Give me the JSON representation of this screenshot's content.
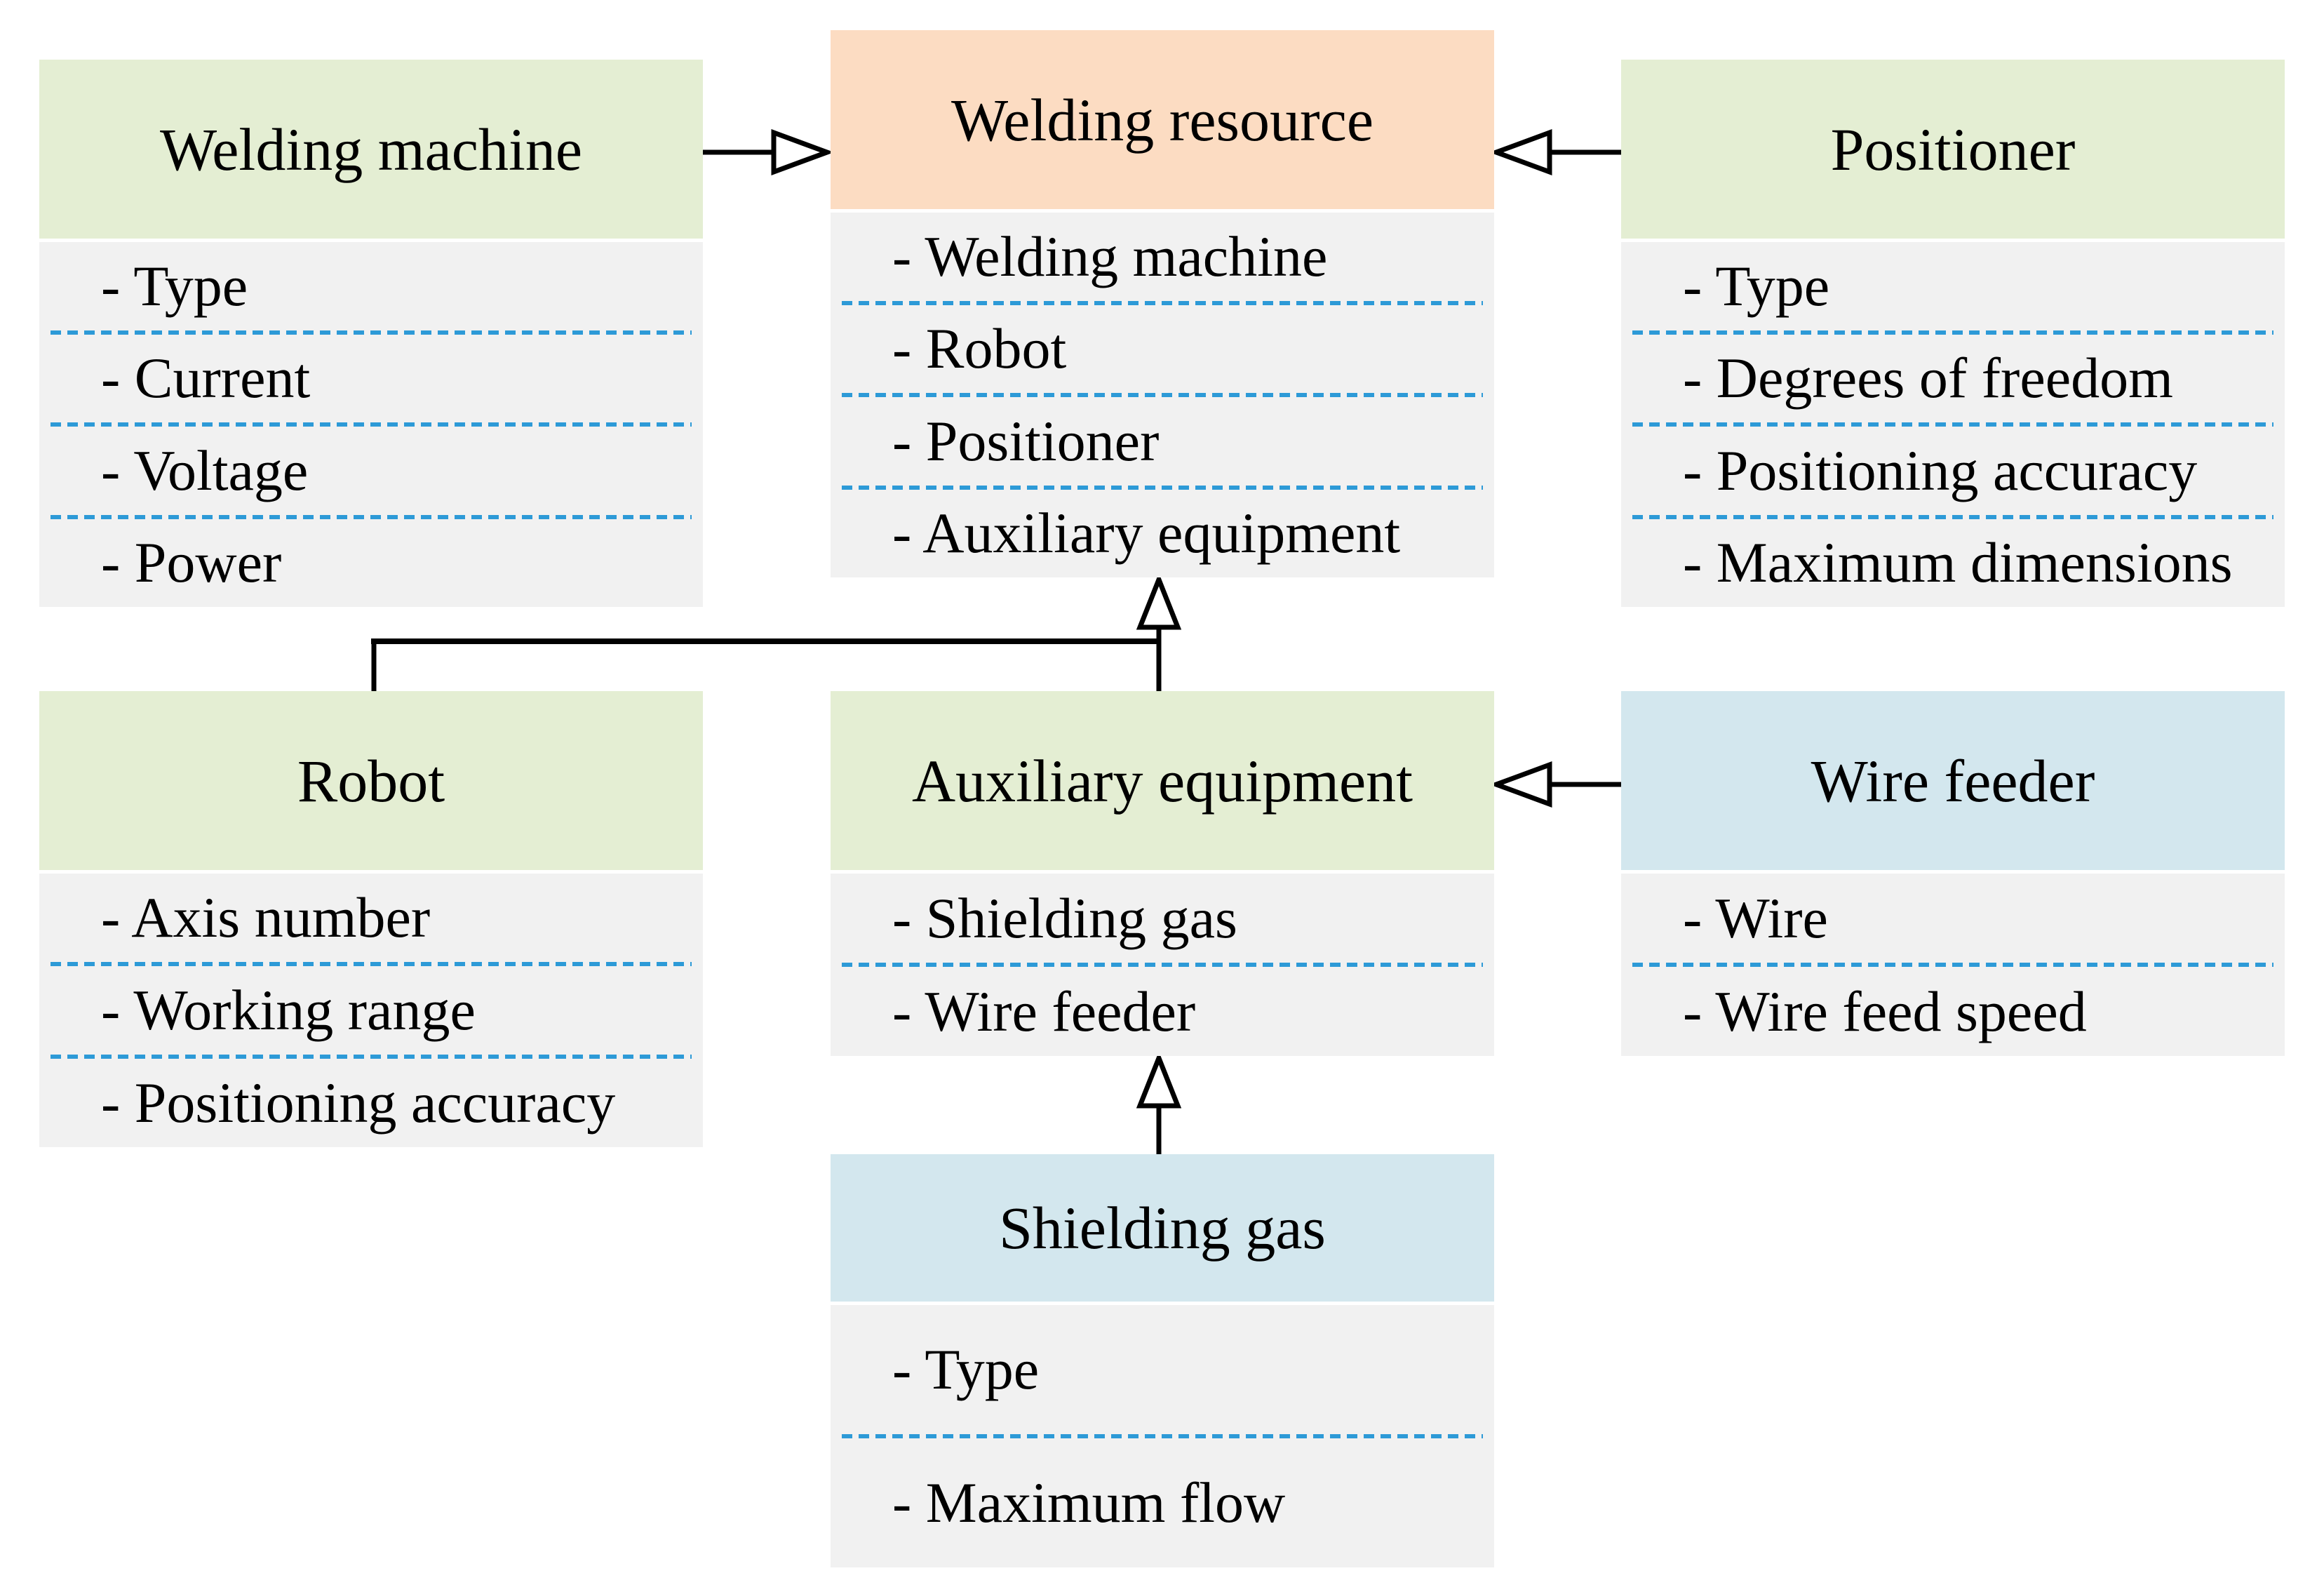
{
  "diagram": {
    "boxes": {
      "welding_resource": {
        "title": "Welding resource",
        "attributes": [
          "- Welding machine",
          "- Robot",
          "- Positioner",
          "- Auxiliary equipment"
        ]
      },
      "welding_machine": {
        "title": "Welding machine",
        "attributes": [
          "- Type",
          "- Current",
          "- Voltage",
          "- Power"
        ]
      },
      "positioner": {
        "title": "Positioner",
        "attributes": [
          "- Type",
          "- Degrees of freedom",
          "- Positioning accuracy",
          "- Maximum dimensions"
        ]
      },
      "robot": {
        "title": "Robot",
        "attributes": [
          "- Axis number",
          "- Working range",
          "- Positioning accuracy"
        ]
      },
      "auxiliary_equipment": {
        "title": "Auxiliary equipment",
        "attributes": [
          "- Shielding gas",
          "- Wire feeder"
        ]
      },
      "wire_feeder": {
        "title": "Wire feeder",
        "attributes": [
          "- Wire",
          "- Wire feed speed"
        ]
      },
      "shielding_gas": {
        "title": "Shielding gas",
        "attributes": [
          "- Type",
          "- Maximum flow"
        ]
      }
    },
    "relations": [
      {
        "from": "Welding machine",
        "to": "Welding resource"
      },
      {
        "from": "Positioner",
        "to": "Welding resource"
      },
      {
        "from": "Robot",
        "to": "Welding resource"
      },
      {
        "from": "Auxiliary equipment",
        "to": "Welding resource"
      },
      {
        "from": "Wire feeder",
        "to": "Auxiliary equipment"
      },
      {
        "from": "Shielding gas",
        "to": "Auxiliary equipment"
      }
    ],
    "colors": {
      "header_green": "#e4eed3",
      "header_orange": "#fcdcc2",
      "header_blue": "#d3e7ee",
      "body_gray": "#f1f1f1",
      "separator_blue": "#2d9ad7",
      "line_black": "#000000",
      "background": "#ffffff"
    }
  }
}
